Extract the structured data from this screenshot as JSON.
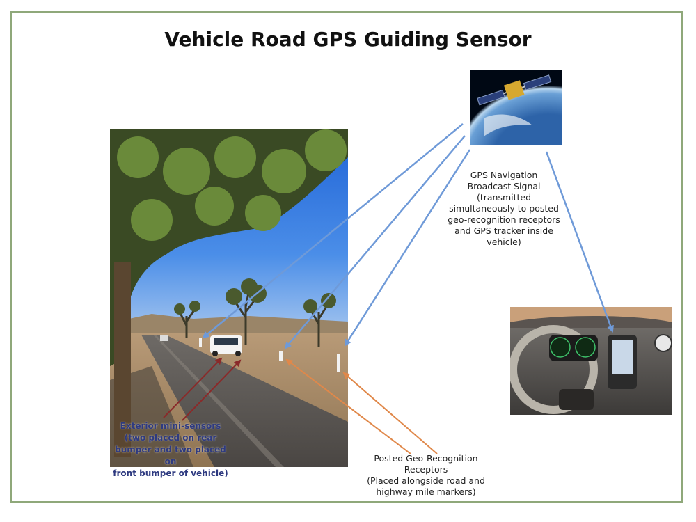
{
  "title": "Vehicle Road GPS Guiding Sensor",
  "labels": {
    "gps_signal": [
      "GPS Navigation",
      "Broadcast Signal",
      "(transmitted",
      "simultaneously to posted",
      "geo-recognition receptors",
      "and GPS tracker inside",
      "vehicle)"
    ],
    "exterior_sensors": [
      "Exterior mini-sensors",
      "(two placed on rear",
      "bumper and two placed on",
      "front bumper of vehicle)"
    ],
    "posted_receptors": [
      "Posted Geo-Recognition",
      "Receptors",
      "(Placed alongside road and",
      "highway mile markers)"
    ]
  },
  "colors": {
    "frame_border": "#8fa87a",
    "gps_arrow": "#6f9ad8",
    "receptor_arrow": "#e0884a",
    "sensor_arrow": "#8a2a2a",
    "exterior_text": "#2e3a80"
  },
  "images": {
    "road_scene": "desert-road-joshua-tree-photo",
    "satellite": "gps-satellite-over-earth-photo",
    "dashboard": "car-dashboard-gps-device-photo"
  }
}
